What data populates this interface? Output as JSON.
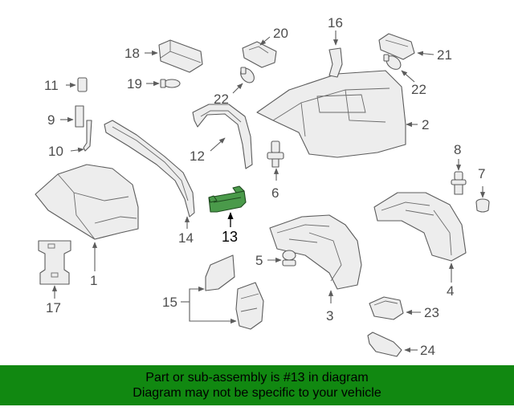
{
  "diagram": {
    "callouts": {
      "c1": "1",
      "c2": "2",
      "c3": "3",
      "c4": "4",
      "c5": "5",
      "c6": "6",
      "c7": "7",
      "c8": "8",
      "c9": "9",
      "c10": "10",
      "c11": "11",
      "c12": "12",
      "c13": "13",
      "c14": "14",
      "c15": "15",
      "c16": "16",
      "c17": "17",
      "c18": "18",
      "c19": "19",
      "c20": "20",
      "c21": "21",
      "c22a": "22",
      "c22b": "22",
      "c23": "23",
      "c24": "24"
    },
    "highlight_color": "#4a9a4a",
    "part_stroke_color": "#5c5c5c"
  },
  "banner": {
    "line1": "Part or sub-assembly is #13 in diagram",
    "line2": "Diagram may not be specific to your vehicle",
    "background": "#118811"
  }
}
